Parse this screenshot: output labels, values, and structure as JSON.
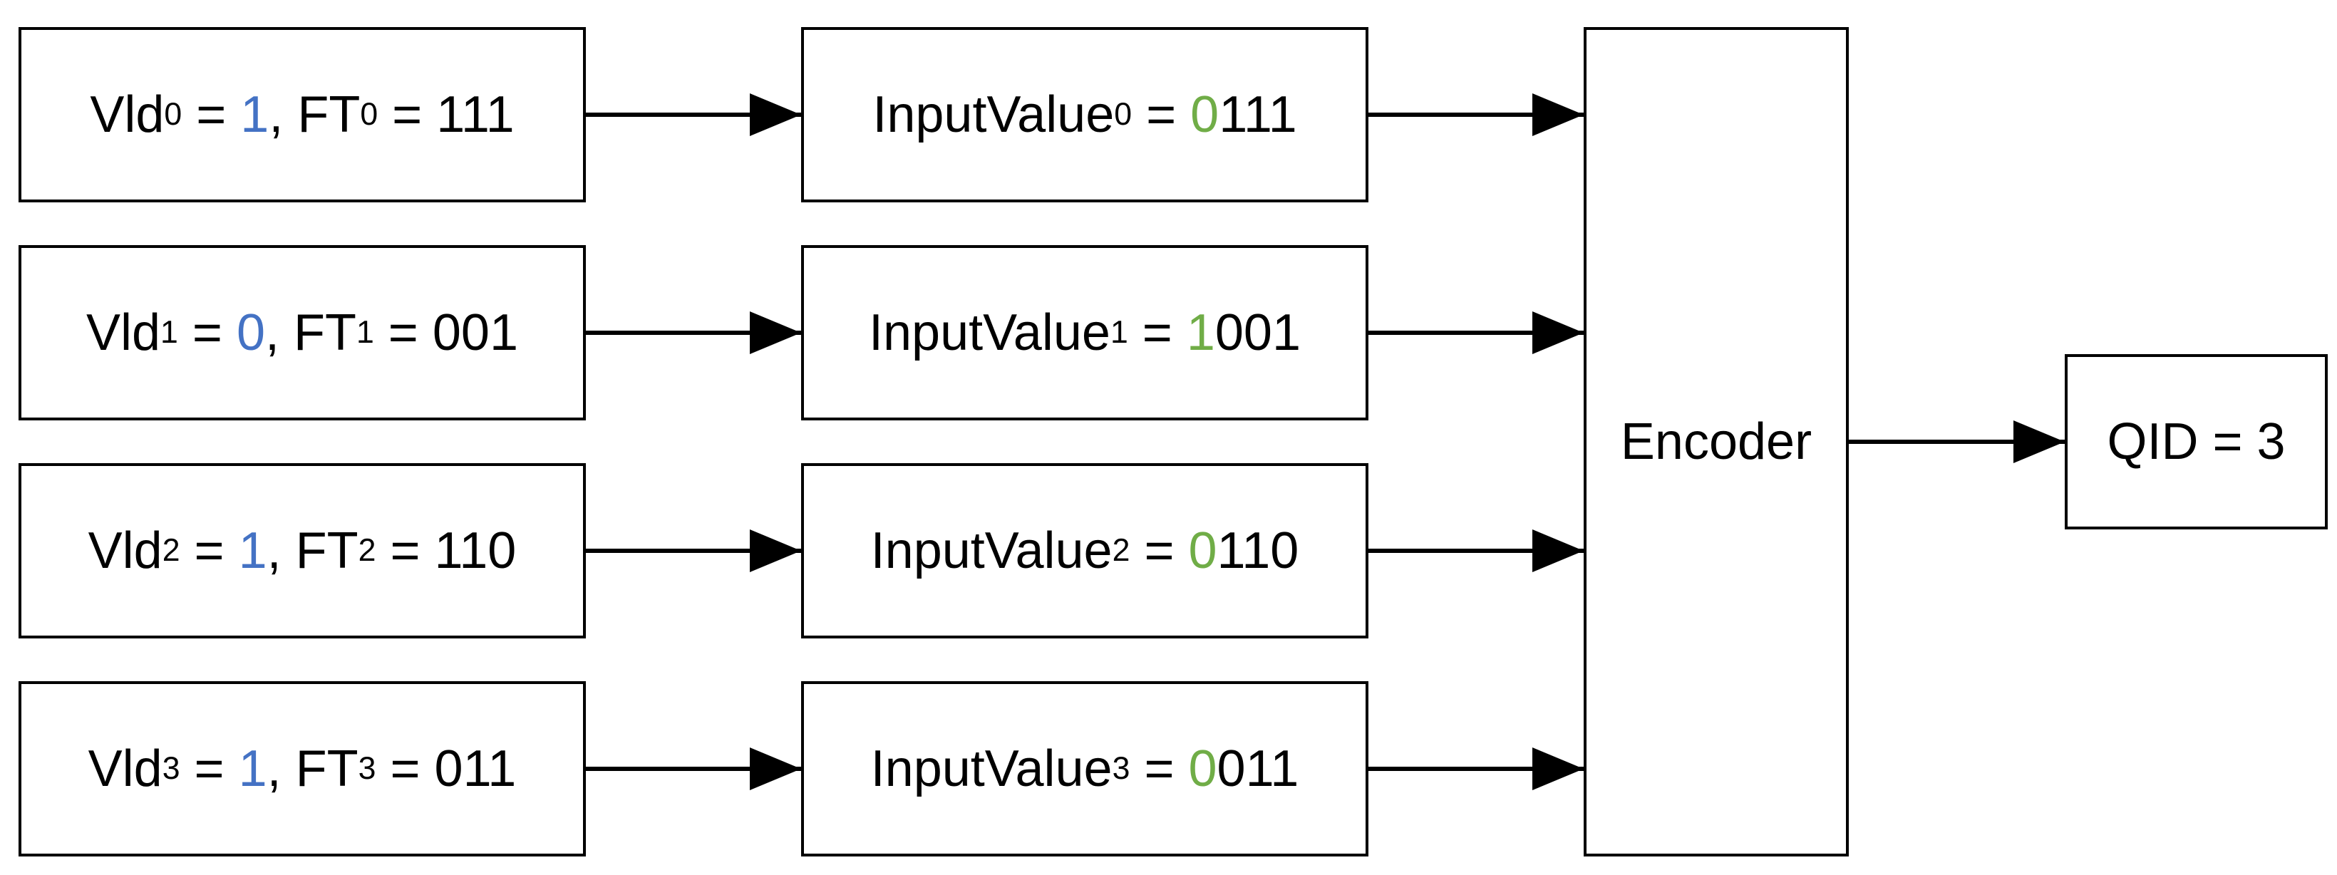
{
  "inputs": [
    {
      "vld_label": "Vld",
      "index": "0",
      "eq": " = ",
      "vld_value": "1",
      "comma": ", ",
      "ft_label": "FT",
      "ft_value": "111"
    },
    {
      "vld_label": "Vld",
      "index": "1",
      "eq": " = ",
      "vld_value": "0",
      "comma": ", ",
      "ft_label": "FT",
      "ft_value": "001"
    },
    {
      "vld_label": "Vld",
      "index": "2",
      "eq": " = ",
      "vld_value": "1",
      "comma": ", ",
      "ft_label": "FT",
      "ft_value": "110"
    },
    {
      "vld_label": "Vld",
      "index": "3",
      "eq": " = ",
      "vld_value": "1",
      "comma": ", ",
      "ft_label": "FT",
      "ft_value": "011"
    }
  ],
  "input_values": [
    {
      "label": "InputValue",
      "index": "0",
      "eq": " = ",
      "lead_bit": "0",
      "rest_bits": "111"
    },
    {
      "label": "InputValue",
      "index": "1",
      "eq": " = ",
      "lead_bit": "1",
      "rest_bits": "001"
    },
    {
      "label": "InputValue",
      "index": "2",
      "eq": " = ",
      "lead_bit": "0",
      "rest_bits": "110"
    },
    {
      "label": "InputValue",
      "index": "3",
      "eq": " = ",
      "lead_bit": "0",
      "rest_bits": "011"
    }
  ],
  "encoder": {
    "label": "Encoder"
  },
  "output": {
    "label": "QID = 3"
  },
  "colors": {
    "valid_bit": "#4472C4",
    "lead_bit": "#70AD47",
    "stroke": "#000000"
  }
}
